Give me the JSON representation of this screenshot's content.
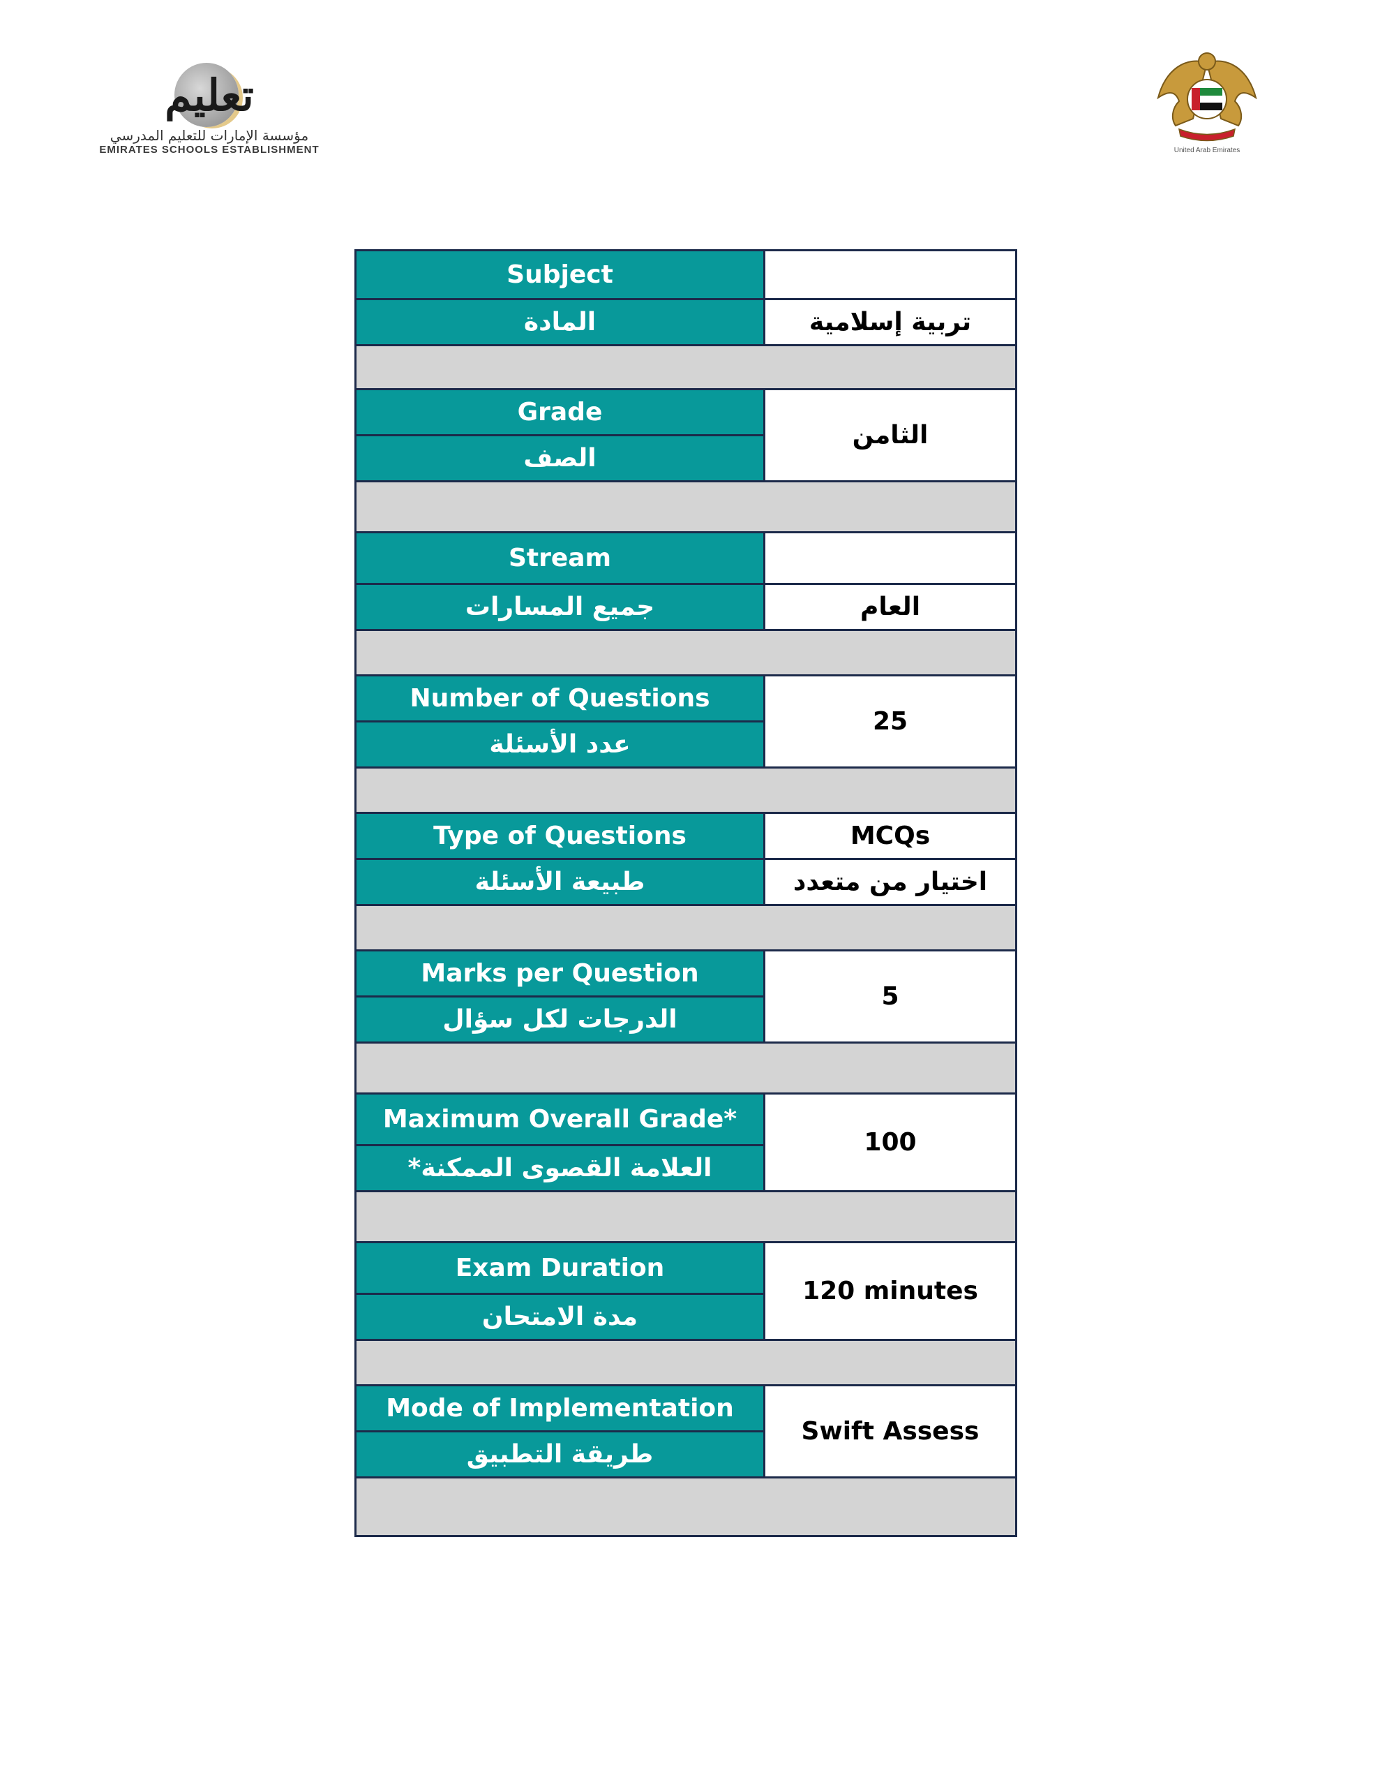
{
  "header": {
    "left_logo": {
      "script_text": "تعليم",
      "arabic_name": "مؤسسة الإمارات للتعليم المدرسي",
      "english_name": "EMIRATES SCHOOLS ESTABLISHMENT"
    },
    "right_emblem": {
      "caption": "United Arab Emirates",
      "icon": "uae-falcon-emblem-icon"
    }
  },
  "table": {
    "colors": {
      "label_bg": "#08999a",
      "spacer_bg": "#d4d4d4",
      "border": "#1c2a4a"
    },
    "rows": [
      {
        "label_en": "Subject",
        "label_ar": "المادة",
        "value_top": "",
        "value_bottom": "تربية إسلامية"
      },
      {
        "label_en": "Grade",
        "label_ar": "الصف",
        "value": "الثامن"
      },
      {
        "label_en": "Stream",
        "label_ar": "جميع المسارات",
        "value_top": "",
        "value_bottom": "العام"
      },
      {
        "label_en": "Number of Questions",
        "label_ar": "عدد الأسئلة",
        "value": "25"
      },
      {
        "label_en": "Type of Questions",
        "label_ar": "طبيعة الأسئلة",
        "value_top": "MCQs",
        "value_bottom": "اختيار من متعدد"
      },
      {
        "label_en": "Marks per Question",
        "label_ar": "الدرجات لكل سؤال",
        "value": "5"
      },
      {
        "label_en": "Maximum Overall Grade*",
        "label_ar": "العلامة القصوى الممكنة*",
        "value": "100"
      },
      {
        "label_en": "Exam Duration",
        "label_ar": "مدة الامتحان",
        "value": "120 minutes"
      },
      {
        "label_en": "Mode of Implementation",
        "label_ar": "طريقة التطبيق",
        "value": "Swift Assess"
      }
    ]
  }
}
